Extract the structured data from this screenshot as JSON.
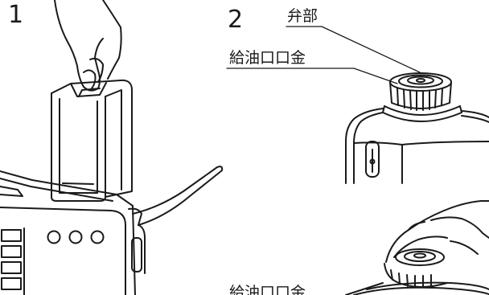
{
  "figure": {
    "step1": {
      "number": "1"
    },
    "step2": {
      "number": "2",
      "label_valve": "弁部",
      "label_cap": "給油口口金",
      "label_cap_bottom": "給油口口金"
    },
    "colors": {
      "ink": "#1a1a1a",
      "paper": "#ffffff"
    },
    "icons": [
      "hand-icon",
      "fuel-tank-icon",
      "heater-body-icon",
      "control-knob-icon",
      "valve-cap-icon"
    ]
  }
}
